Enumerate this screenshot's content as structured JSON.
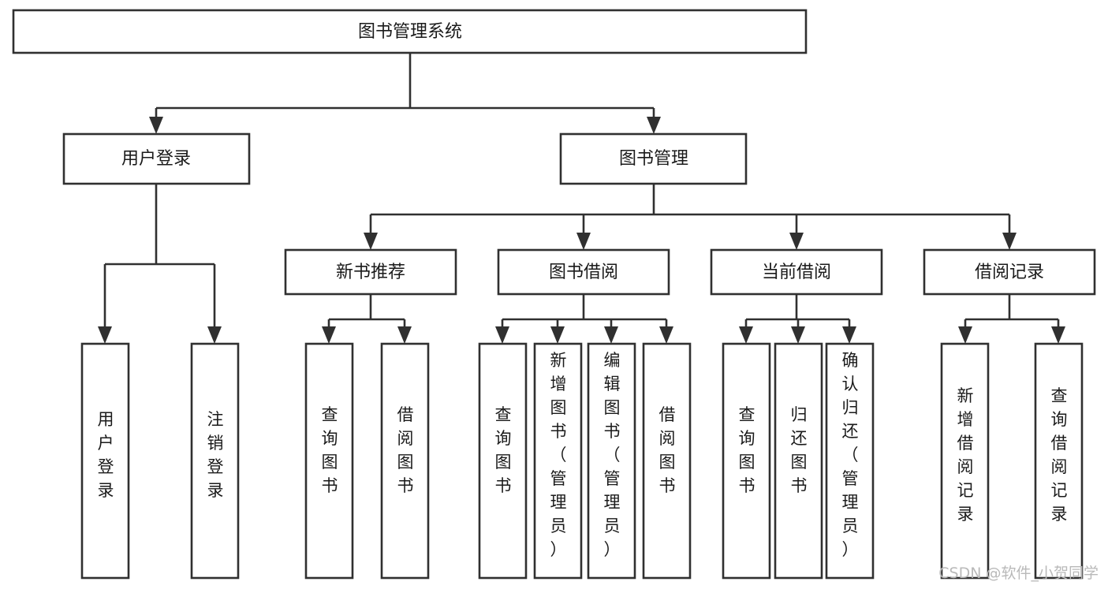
{
  "diagram": {
    "title": "图书管理系统",
    "type": "hierarchy-tree",
    "orientation": "top-down",
    "levels": 4,
    "colors": {
      "box_fill": "#ffffff",
      "box_stroke": "#303030",
      "connector": "#303030",
      "text": "#1a1a1a",
      "background": "#ffffff",
      "watermark": "#b9b9b9"
    },
    "root": {
      "id": "root",
      "label": "图书管理系统",
      "orientation": "horizontal"
    },
    "level2": [
      {
        "id": "user-login",
        "label": "用户登录",
        "orientation": "horizontal"
      },
      {
        "id": "book-manage",
        "label": "图书管理",
        "orientation": "horizontal"
      }
    ],
    "level3": [
      {
        "id": "new-book-recommend",
        "label": "新书推荐",
        "orientation": "horizontal",
        "parent": "book-manage"
      },
      {
        "id": "book-borrow",
        "label": "图书借阅",
        "orientation": "horizontal",
        "parent": "book-manage"
      },
      {
        "id": "current-borrow",
        "label": "当前借阅",
        "orientation": "horizontal",
        "parent": "book-manage"
      },
      {
        "id": "borrow-record",
        "label": "借阅记录",
        "orientation": "horizontal",
        "parent": "book-manage"
      }
    ],
    "leaves": [
      {
        "id": "leaf-user-login",
        "label": "用户登录",
        "orientation": "vertical",
        "parent": "user-login"
      },
      {
        "id": "leaf-logout-login",
        "label": "注销登录",
        "orientation": "vertical",
        "parent": "user-login"
      },
      {
        "id": "leaf-query-book-1",
        "label": "查询图书",
        "orientation": "vertical",
        "parent": "new-book-recommend"
      },
      {
        "id": "leaf-borrow-book-1",
        "label": "借阅图书",
        "orientation": "vertical",
        "parent": "new-book-recommend"
      },
      {
        "id": "leaf-query-book-2",
        "label": "查询图书",
        "orientation": "vertical",
        "parent": "book-borrow"
      },
      {
        "id": "leaf-add-book",
        "label": "新增图书（管理员）",
        "orientation": "vertical",
        "parent": "book-borrow"
      },
      {
        "id": "leaf-edit-book",
        "label": "编辑图书（管理员）",
        "orientation": "vertical",
        "parent": "book-borrow"
      },
      {
        "id": "leaf-borrow-book-2",
        "label": "借阅图书",
        "orientation": "vertical",
        "parent": "book-borrow"
      },
      {
        "id": "leaf-query-book-3",
        "label": "查询图书",
        "orientation": "vertical",
        "parent": "current-borrow"
      },
      {
        "id": "leaf-return-book",
        "label": "归还图书",
        "orientation": "vertical",
        "parent": "current-borrow"
      },
      {
        "id": "leaf-confirm-return",
        "label": "确认归还（管理员）",
        "orientation": "vertical",
        "parent": "current-borrow"
      },
      {
        "id": "leaf-add-record",
        "label": "新增借阅记录",
        "orientation": "vertical",
        "parent": "borrow-record"
      },
      {
        "id": "leaf-query-record",
        "label": "查询借阅记录",
        "orientation": "vertical",
        "parent": "borrow-record"
      }
    ],
    "watermark": "CSDN @软件_小贺同学"
  }
}
